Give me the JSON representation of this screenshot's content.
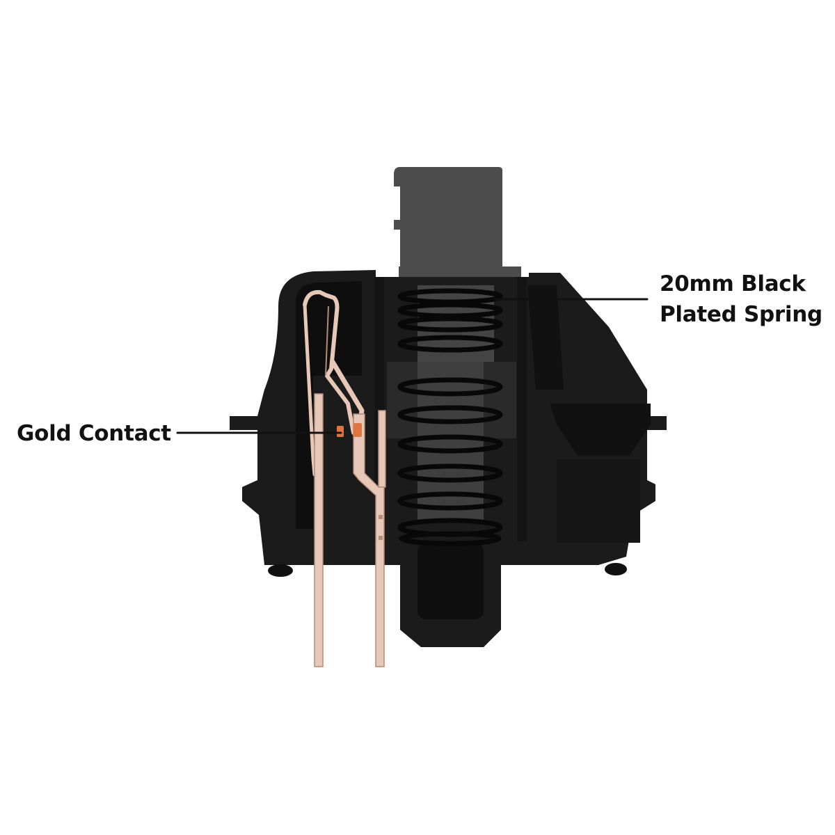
{
  "callouts": {
    "spring": {
      "line1": "20mm Black",
      "line2": "Plated Spring"
    },
    "contact": {
      "text": "Gold Contact"
    }
  },
  "colors": {
    "background": "#ffffff",
    "housing": "#1b1b1b",
    "housing_shadow": "#0e0e0e",
    "stem": "#4c4c4c",
    "stem_dark": "#3a3a3a",
    "spring": "#080808",
    "contact_metal": "#e7c7b7",
    "contact_outline": "#b48c7a",
    "gold_tip": "#e0763f",
    "leader_line": "#111111",
    "label_text": "#111111"
  },
  "icons": {
    "diagram": "mechanical-switch-cross-section"
  }
}
